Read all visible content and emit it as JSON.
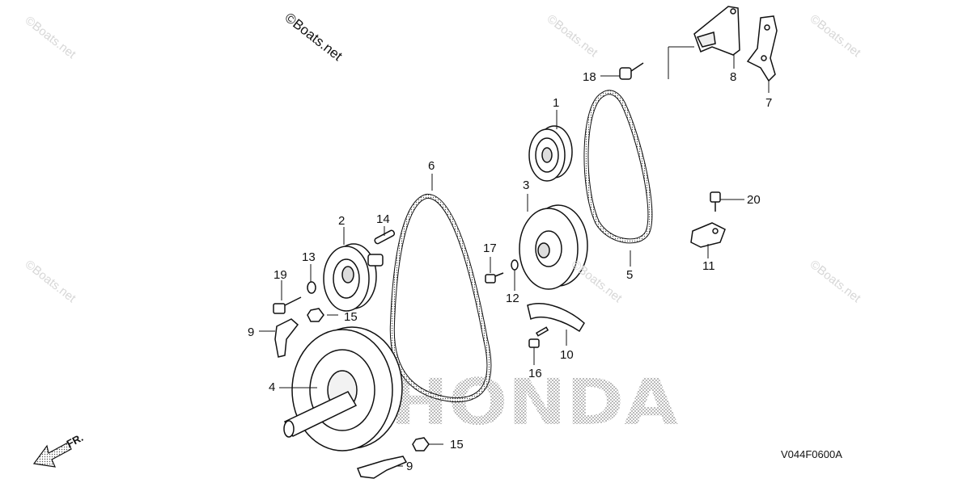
{
  "diagram": {
    "drawing_code": "V044F0600A",
    "direction_label": "FR.",
    "brand_watermark": "HONDA",
    "copyright_watermark": "©Boats.net",
    "site_watermark": "©Boats.net",
    "callouts": {
      "c1": "1",
      "c2": "2",
      "c3": "3",
      "c4": "4",
      "c5": "5",
      "c6": "6",
      "c7": "7",
      "c8": "8",
      "c9a": "9",
      "c9b": "9",
      "c10": "10",
      "c11": "11",
      "c12": "12",
      "c13": "13",
      "c14": "14",
      "c15a": "15",
      "c15b": "15",
      "c16": "16",
      "c17": "17",
      "c18": "18",
      "c19": "19",
      "c20": "20"
    }
  }
}
